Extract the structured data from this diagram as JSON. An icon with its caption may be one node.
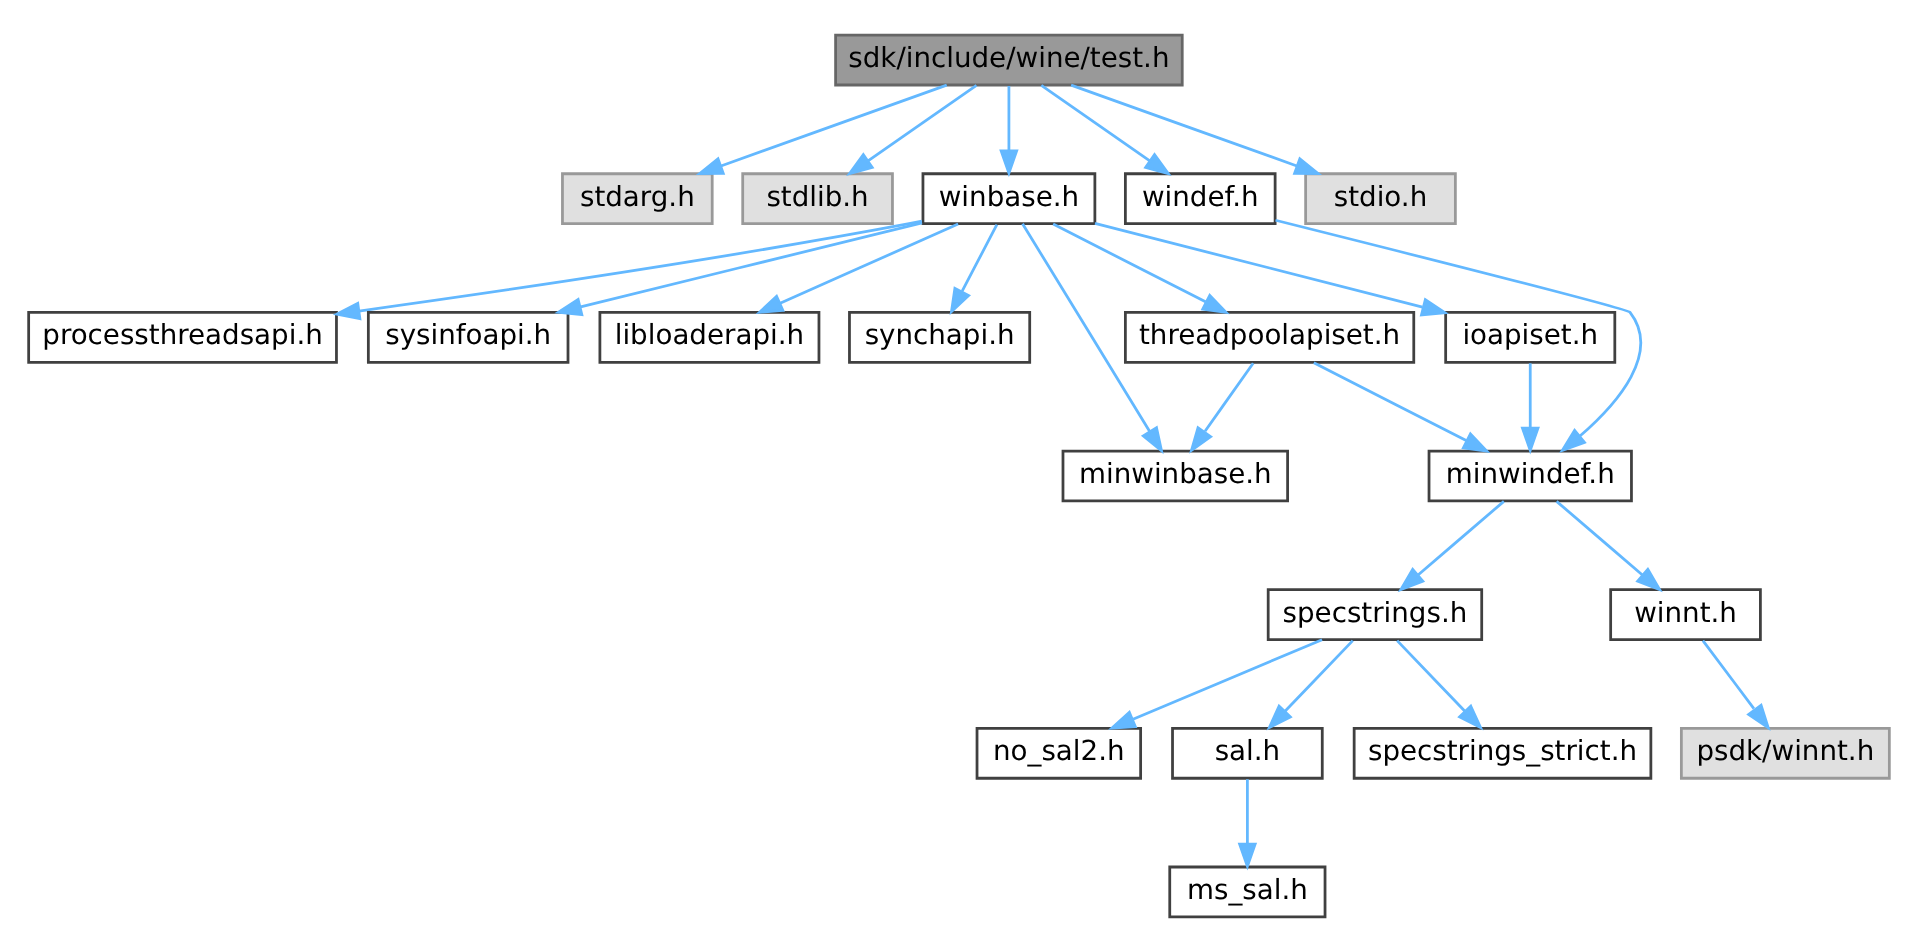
{
  "diagram": {
    "nodes": [
      {
        "text": [
          "sdk/include/wine/test.h"
        ]
      },
      {
        "text": [
          "stdarg.h"
        ]
      },
      {
        "text": [
          "stdlib.h"
        ]
      },
      {
        "text": [
          "winbase.h"
        ]
      },
      {
        "text": [
          "windef.h"
        ]
      },
      {
        "text": [
          "stdio.h"
        ]
      },
      {
        "text": [
          "threadpoolapiset.h"
        ]
      },
      {
        "text": [
          "processthreadsapi.h"
        ]
      },
      {
        "text": [
          "sysinfoapi.h"
        ]
      },
      {
        "text": [
          "libloaderapi.h"
        ]
      },
      {
        "text": [
          "synchapi.h"
        ]
      },
      {
        "text": [
          "ioapiset.h"
        ]
      },
      {
        "text": [
          "minwinbase.h"
        ]
      },
      {
        "text": [
          "minwindef.h"
        ]
      },
      {
        "text": [
          "specstrings.h"
        ]
      },
      {
        "text": [
          "winnt.h"
        ]
      },
      {
        "text": [
          "specstrings_strict.h"
        ]
      },
      {
        "text": [
          "no_sal2.h"
        ]
      },
      {
        "text": [
          "sal.h"
        ]
      },
      {
        "text": [
          "psdk/winnt.h"
        ]
      },
      {
        "text": [
          "ms_sal.h"
        ]
      }
    ],
    "edges": [
      {
        "from": 0,
        "to": 1,
        "arrow": "to"
      },
      {
        "from": 0,
        "to": 2,
        "arrow": "to"
      },
      {
        "from": 0,
        "to": 3,
        "arrow": "to"
      },
      {
        "from": 0,
        "to": 4,
        "arrow": "to"
      },
      {
        "from": 0,
        "to": 5,
        "arrow": "to"
      },
      {
        "from": 3,
        "to": 12,
        "arrow": "to"
      },
      {
        "from": 3,
        "to": 6,
        "arrow": "to"
      },
      {
        "from": 3,
        "to": 7,
        "arrow": "to"
      },
      {
        "from": 3,
        "to": 8,
        "arrow": "to"
      },
      {
        "from": 3,
        "to": 9,
        "arrow": "to"
      },
      {
        "from": 3,
        "to": 10,
        "arrow": "to"
      },
      {
        "from": 3,
        "to": 11,
        "arrow": "to"
      },
      {
        "from": 6,
        "to": 12,
        "arrow": "to"
      },
      {
        "from": 6,
        "to": 13,
        "arrow": "to"
      },
      {
        "from": 11,
        "to": 13,
        "arrow": "to"
      },
      {
        "from": 4,
        "to": 13,
        "arrow": "to"
      },
      {
        "from": 13,
        "to": 14,
        "arrow": "to"
      },
      {
        "from": 13,
        "to": 15,
        "arrow": "to"
      },
      {
        "from": 14,
        "to": 16,
        "arrow": "to"
      },
      {
        "from": 14,
        "to": 17,
        "arrow": "to"
      },
      {
        "from": 14,
        "to": 18,
        "arrow": "to"
      },
      {
        "from": 15,
        "to": 19,
        "arrow": "to"
      },
      {
        "from": 18,
        "to": 20,
        "arrow": "to"
      }
    ]
  }
}
